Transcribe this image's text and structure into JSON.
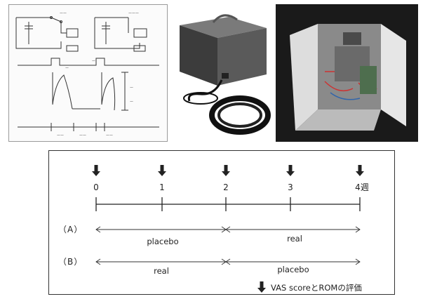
{
  "timeline": {
    "ticks": [
      "0",
      "1",
      "2",
      "3",
      "4週"
    ],
    "rows": [
      {
        "label": "（A）",
        "first_segment": "placebo",
        "second_segment": "real"
      },
      {
        "label": "（B）",
        "first_segment": "real",
        "second_segment": "placebo"
      }
    ],
    "legend": "VAS scoreとROMの評価"
  },
  "colors": {
    "ink": "#222222",
    "panel_border": "#333333",
    "photo_bg": "#1a1a1a"
  }
}
